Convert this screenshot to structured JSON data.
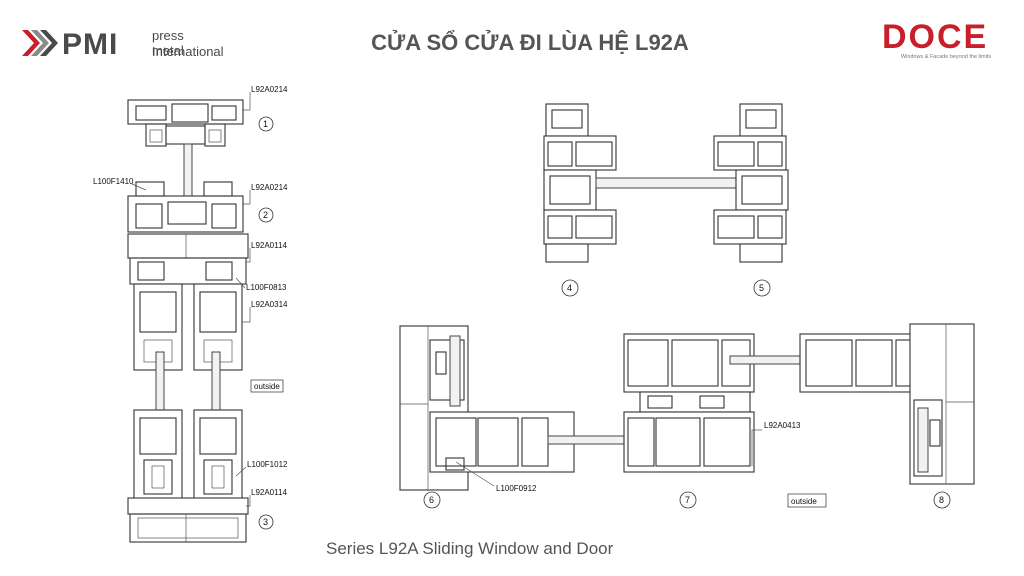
{
  "header": {
    "pmi_brand": "PMI",
    "pmi_line1": "press metal",
    "pmi_line2": "International",
    "title": "CỬA SỔ CỬA ĐI LÙA HỆ L92A",
    "doce_brand": "DOCE",
    "doce_tagline": "Windows & Facade beyond the limits"
  },
  "drawing_left": {
    "labels": [
      "L92A0214",
      "L100F1410",
      "L92A0214",
      "L92A0114",
      "L100F0813",
      "L92A0314",
      "outside",
      "L100F1012",
      "L92A0114"
    ],
    "detail_numbers": [
      "1",
      "2",
      "3"
    ]
  },
  "drawing_top_right": {
    "detail_numbers": [
      "4",
      "5"
    ]
  },
  "drawing_bottom_right": {
    "labels": [
      "L92A0413",
      "L100F0912",
      "outside"
    ],
    "detail_numbers": [
      "6",
      "7",
      "8"
    ]
  },
  "footer": {
    "caption": "Series L92A Sliding Window and Door"
  },
  "colors": {
    "doce_red": "#c8202a",
    "text_gray": "#555555"
  }
}
